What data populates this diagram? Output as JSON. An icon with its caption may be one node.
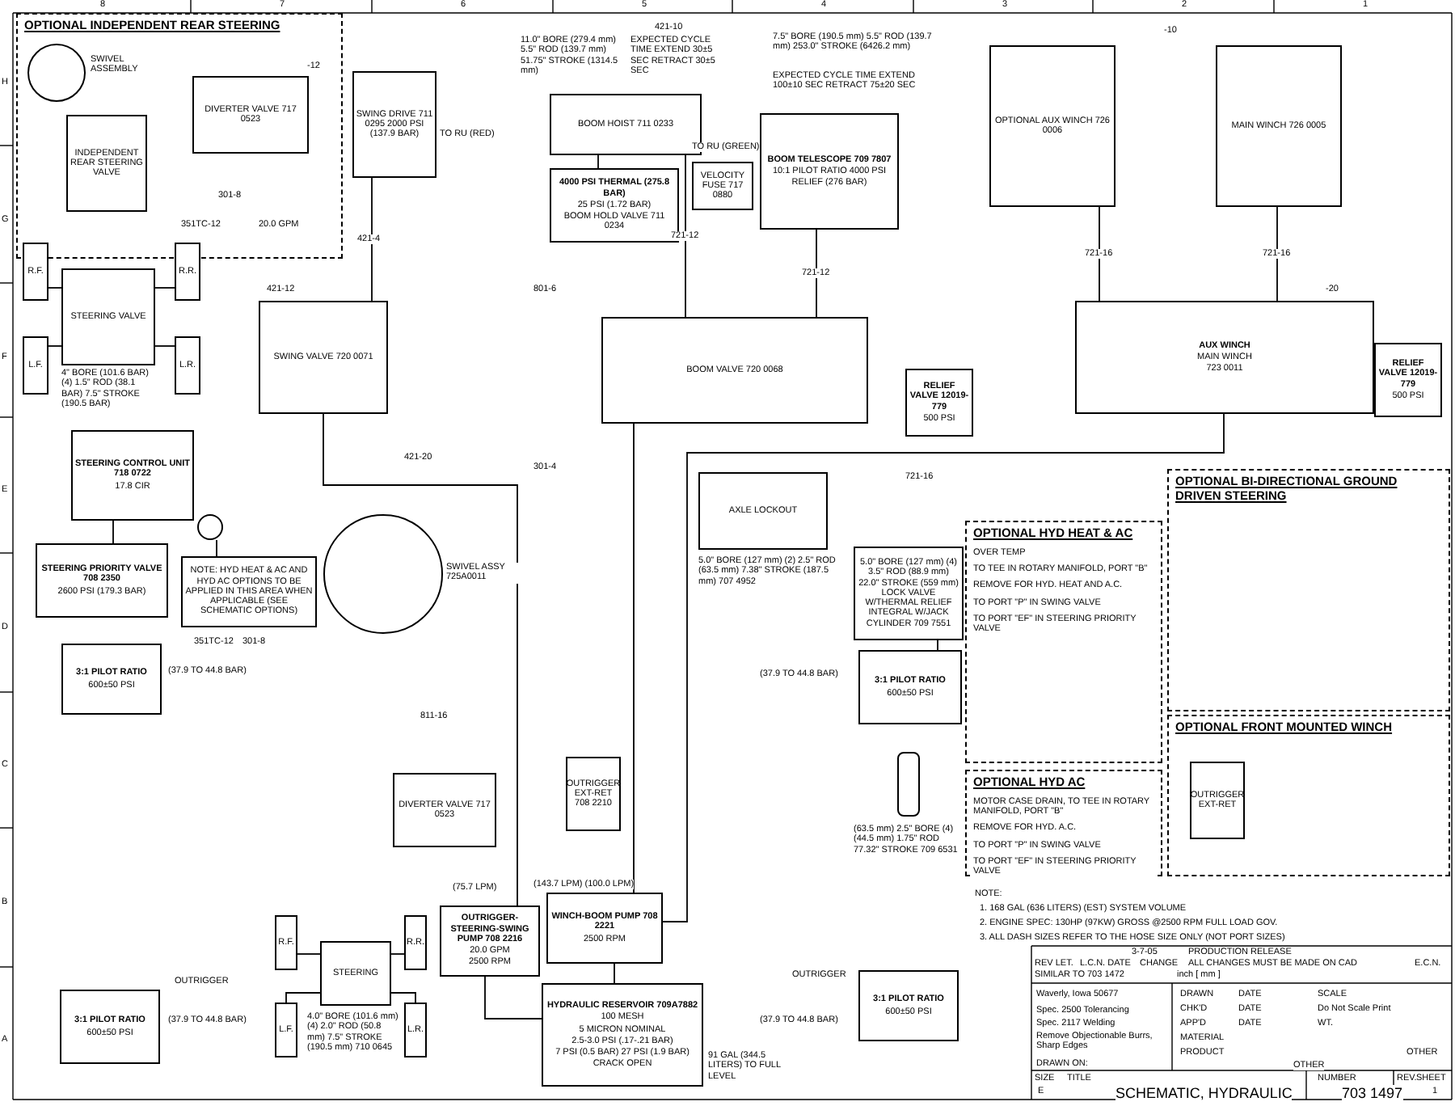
{
  "diagram": {
    "nodes": [
      {
        "text": [
          "OPTIONAL INDEPENDENT REAR STEERING"
        ]
      },
      {
        "text": [],
        "shape": "circle",
        "in": 0,
        "beside": [
          "SWIVEL ASSEMBLY"
        ]
      },
      {
        "text": [
          "INDEPENDENT REAR STEERING VALVE"
        ],
        "in": 0
      },
      {
        "text": [
          "DIVERTER VALVE 717 0523"
        ],
        "in": 0
      },
      {
        "text": [
          "SWING DRIVE 711 0295 2000 PSI (137.9 BAR)"
        ]
      },
      {
        "text": [
          "STEERING VALVE"
        ],
        "beside": [
          "4\" BORE (101.6 BAR) (4) 1.5\" ROD (38.1 BAR) 7.5\" STROKE (190.5 BAR)"
        ]
      },
      {
        "text": [
          "R.F."
        ]
      },
      {
        "text": [
          "R.R."
        ]
      },
      {
        "text": [
          "L.F."
        ]
      },
      {
        "text": [
          "L.R."
        ]
      },
      {
        "text": [
          "SWING VALVE 720 0071"
        ]
      },
      {
        "text": [
          "BOOM HOIST 711 0233"
        ],
        "beside": [
          "11.0\" BORE (279.4 mm) 5.5\" ROD (139.7 mm) 51.75\" STROKE (1314.5 mm)",
          "EXPECTED CYCLE TIME EXTEND 30±5 SEC RETRACT 30±5 SEC"
        ]
      },
      {
        "text": [
          "4000 PSI THERMAL (275.8 BAR)",
          "25 PSI (1.72 BAR)",
          "BOOM HOLD VALVE 711 0234"
        ]
      },
      {
        "text": [
          "VELOCITY FUSE 717 0880"
        ]
      },
      {
        "text": [
          "BOOM TELESCOPE 709 7807",
          "10:1 PILOT RATIO 4000 PSI RELIEF (276 BAR)"
        ],
        "beside": [
          "7.5\" BORE (190.5 mm) 5.5\" ROD (139.7 mm) 253.0\" STROKE (6426.2 mm)",
          "EXPECTED CYCLE TIME EXTEND 100±10 SEC RETRACT 75±20 SEC"
        ]
      },
      {
        "text": [
          "OPTIONAL AUX WINCH 726 0006"
        ]
      },
      {
        "text": [
          "MAIN WINCH 726 0005"
        ]
      },
      {
        "text": [
          "BOOM VALVE 720 0068"
        ]
      },
      {
        "text": [
          "AUX WINCH",
          "MAIN WINCH",
          "723 0011"
        ]
      },
      {
        "text": [
          "RELIEF VALVE 12019-779",
          "500 PSI"
        ]
      },
      {
        "text": [
          "RELIEF VALVE 12019-779",
          "500 PSI"
        ]
      },
      {
        "text": [
          "STEERING CONTROL UNIT 718 0722",
          "17.8 CIR"
        ]
      },
      {
        "text": [
          "STEERING PRIORITY VALVE 708 2350",
          "2600 PSI (179.3 BAR)"
        ]
      },
      {
        "text": [],
        "shape": "circle"
      },
      {
        "text": [
          "NOTE: HYD HEAT & AC AND HYD AC OPTIONS TO BE APPLIED IN THIS AREA WHEN APPLICABLE (SEE SCHEMATIC OPTIONS)"
        ]
      },
      {
        "text": [],
        "shape": "circle",
        "beside": [
          "SWIVEL ASSY 725A0011"
        ]
      },
      {
        "text": [
          "AXLE LOCKOUT"
        ],
        "beside": [
          "5.0\" BORE (127 mm) (2) 2.5\" ROD (63.5 mm) 7.38\" STROKE (187.5 mm) 707 4952"
        ]
      },
      {
        "text": [
          "5.0\" BORE (127 mm) (4) 3.5\" ROD (88.9 mm) 22.0\" STROKE (559 mm) LOCK VALVE W/THERMAL RELIEF INTEGRAL W/JACK CYLINDER 709 7551"
        ]
      },
      {
        "text": [
          "3:1 PILOT RATIO",
          "600±50 PSI"
        ],
        "beside": [
          "(37.9 TO 44.8 BAR)"
        ]
      },
      {
        "text": [
          "3:1 PILOT RATIO",
          "600±50 PSI"
        ],
        "beside": [
          "(37.9 TO 44.8 BAR)"
        ]
      },
      {
        "text": [
          "3:1 PILOT RATIO",
          "600±50 PSI"
        ],
        "beside": [
          "(37.9 TO 44.8 BAR)"
        ]
      },
      {
        "text": [
          "3:1 PILOT RATIO",
          "600±50 PSI"
        ],
        "beside": [
          "(37.9 TO 44.8 BAR)"
        ]
      },
      {
        "text": [
          "OPTIONAL HYD HEAT & AC",
          "OVER TEMP",
          "TO TEE IN ROTARY MANIFOLD, PORT \"B\"",
          "REMOVE FOR HYD. HEAT AND A.C.",
          "TO PORT \"P\" IN SWING VALVE",
          "TO PORT \"EF\" IN STEERING PRIORITY VALVE"
        ]
      },
      {
        "text": [
          "OPTIONAL HYD AC",
          "MOTOR CASE DRAIN, TO TEE IN ROTARY MANIFOLD, PORT \"B\"",
          "REMOVE FOR HYD. A.C.",
          "TO PORT \"P\" IN SWING VALVE",
          "TO PORT \"EF\" IN STEERING PRIORITY VALVE"
        ]
      },
      {
        "text": [
          "OPTIONAL BI-DIRECTIONAL GROUND DRIVEN STEERING"
        ]
      },
      {
        "text": [
          "OPTIONAL FRONT MOUNTED WINCH"
        ]
      },
      {
        "text": [
          "OUTRIGGER EXT-RET"
        ],
        "in": 35
      },
      {
        "text": [
          "OUTRIGGER EXT-RET 708 2210"
        ]
      },
      {
        "text": [
          "DIVERTER VALVE 717 0523"
        ]
      },
      {
        "text": [
          "STEERING"
        ],
        "beside": [
          "4.0\" BORE (101.6 mm) (4) 2.0\" ROD (50.8 mm) 7.5\" STROKE (190.5 mm) 710 0645"
        ]
      },
      {
        "text": [
          "R.F."
        ]
      },
      {
        "text": [
          "L.F."
        ]
      },
      {
        "text": [
          "R.R."
        ]
      },
      {
        "text": [
          "L.R."
        ]
      },
      {
        "text": [
          "OUTRIGGER-STEERING-SWING PUMP 708 2216",
          "20.0 GPM",
          "2500 RPM"
        ]
      },
      {
        "text": [
          "WINCH-BOOM PUMP 708 2221",
          "2500 RPM"
        ]
      },
      {
        "text": [
          "HYDRAULIC RESERVOIR 709A7882",
          "100 MESH",
          "5 MICRON NOMINAL",
          "2.5-3.0 PSI (.17-.21 BAR)",
          "7 PSI (0.5 BAR) 27 PSI (1.9 BAR) CRACK OPEN"
        ],
        "beside": [
          "91 GAL (344.5 LITERS) TO FULL LEVEL"
        ]
      },
      {
        "text": [],
        "shape": "cylinder",
        "beside": [
          "(63.5 mm) 2.5\" BORE (4) (44.5 mm) 1.75\" ROD 77.32\" STROKE 709 6531"
        ]
      }
    ],
    "edges": [
      {
        "from": 5,
        "to": 6,
        "arrow": "none"
      },
      {
        "from": 5,
        "to": 8,
        "arrow": "none"
      },
      {
        "from": 5,
        "to": 7,
        "arrow": "none"
      },
      {
        "from": 5,
        "to": 9,
        "arrow": "none"
      },
      {
        "from": 10,
        "to": 4,
        "arrow": "none",
        "label": "421-4"
      },
      {
        "from": 17,
        "to": 11,
        "arrow": "none",
        "label": "721-12"
      },
      {
        "from": 17,
        "to": 14,
        "arrow": "none",
        "label": "721-12"
      },
      {
        "from": 18,
        "to": 15,
        "arrow": "none",
        "label": "721-16"
      },
      {
        "from": 18,
        "to": 16,
        "arrow": "none",
        "label": "721-16"
      },
      {
        "from": 12,
        "to": 11,
        "arrow": "none"
      },
      {
        "from": 21,
        "to": 22,
        "arrow": "none"
      },
      {
        "from": 24,
        "to": 23,
        "arrow": "none"
      },
      {
        "from": 27,
        "to": 28,
        "arrow": "none"
      },
      {
        "from": 46,
        "to": 44,
        "arrow": "none"
      },
      {
        "from": 46,
        "to": 45,
        "arrow": "none"
      },
      {
        "from": 39,
        "to": 40,
        "arrow": "none"
      },
      {
        "from": 39,
        "to": 41,
        "arrow": "none"
      },
      {
        "from": 39,
        "to": 42,
        "arrow": "none"
      },
      {
        "from": 39,
        "to": 43,
        "arrow": "none"
      },
      {
        "from": 44,
        "to": 10,
        "arrow": "none"
      },
      {
        "from": 45,
        "to": 17,
        "arrow": "none"
      },
      {
        "from": 45,
        "to": 18,
        "arrow": "none"
      }
    ],
    "labels": [
      "8",
      "7",
      "6",
      "5",
      "4",
      "3",
      "2",
      "1",
      "H",
      "G",
      "F",
      "E",
      "D",
      "C",
      "B",
      "A",
      "TO RU (RED)",
      "TO RU (GREEN)",
      "20.0 GPM",
      "(75.7 LPM)",
      "(143.7 LPM) (100.0 LPM)",
      "OUTRIGGER",
      "OUTRIGGER",
      "NOTE:",
      "1. 168 GAL (636 LITERS) (EST) SYSTEM VOLUME",
      "2. ENGINE SPEC: 130HP (97KW) GROSS @2500 RPM FULL LOAD GOV.",
      "3. ALL DASH SIZES REFER TO THE HOSE SIZE ONLY (NOT PORT SIZES)",
      "3-7-05",
      "PRODUCTION RELEASE",
      "REV LET.",
      "L.C.N. DATE",
      "CHANGE",
      "ALL CHANGES MUST BE MADE ON CAD",
      "E.C.N.",
      "SIMILAR TO 703 1472",
      "inch [ mm ]",
      "Waverly, Iowa 50677",
      "DRAWN",
      "DATE",
      "SCALE",
      "CHK'D",
      "DATE",
      "Do Not Scale Print",
      "APP'D",
      "DATE",
      "WT.",
      "MATERIAL",
      "PRODUCT",
      "OTHER",
      "Spec. 2500 Tolerancing",
      "Spec. 2117 Welding",
      "Remove Objectionable Burrs, Sharp Edges",
      "DRAWN ON:",
      "OTHER",
      "SIZE",
      "E",
      "TITLE",
      "SCHEMATIC, HYDRAULIC",
      "NUMBER",
      "703 1497",
      "REV.",
      "SHEET",
      "1",
      "301-8",
      "351TC-12",
      "421-10",
      "421-12",
      "801-6",
      "421-20",
      "721-16",
      "301-4",
      "811-16",
      "351TC-12",
      "301-8",
      "-12",
      "-10",
      "-20"
    ]
  }
}
